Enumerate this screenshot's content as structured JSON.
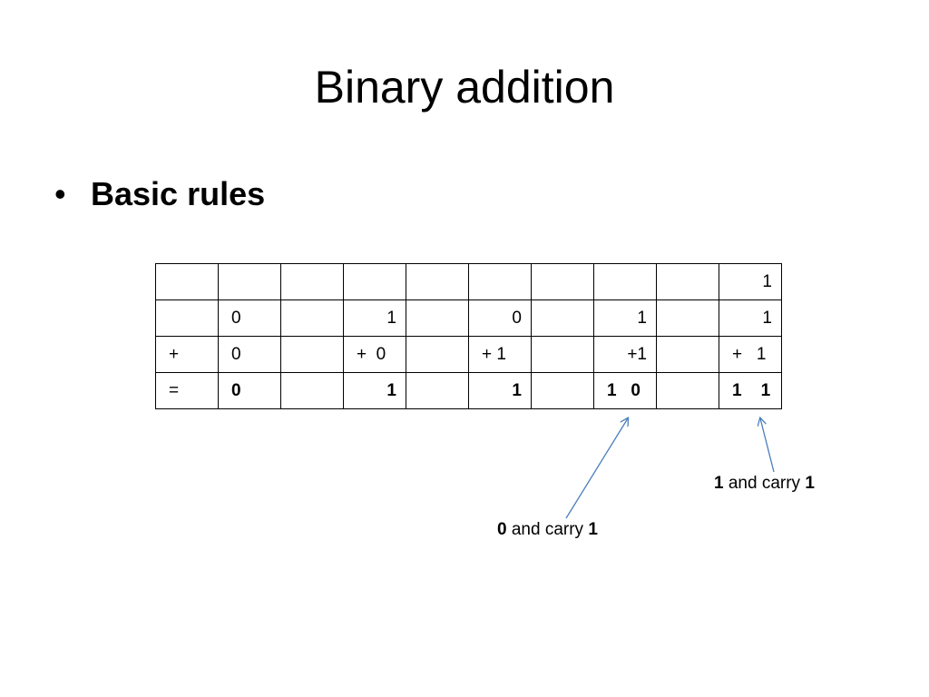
{
  "slide": {
    "title": "Binary addition",
    "bullet": "Basic rules"
  },
  "table": {
    "rows": [
      [
        "",
        "",
        "",
        "",
        "",
        "",
        "",
        "",
        "",
        "1"
      ],
      [
        "",
        "0",
        "",
        "1",
        "",
        "0",
        "",
        "1",
        "",
        "1"
      ],
      [
        "+",
        "0",
        "",
        "+  0",
        "",
        "+ 1",
        "",
        "+1",
        "",
        "+   1"
      ],
      [
        "=",
        "0",
        "",
        "1",
        "",
        "1",
        "",
        "1   0",
        "",
        "1    1"
      ]
    ]
  },
  "annotations": {
    "carry_right": {
      "digit": "1",
      "text": " and carry ",
      "carry": "1"
    },
    "carry_middle": {
      "digit": "0",
      "text": " and carry ",
      "carry": "1"
    }
  },
  "colors": {
    "arrow": "#4a7ebb"
  }
}
